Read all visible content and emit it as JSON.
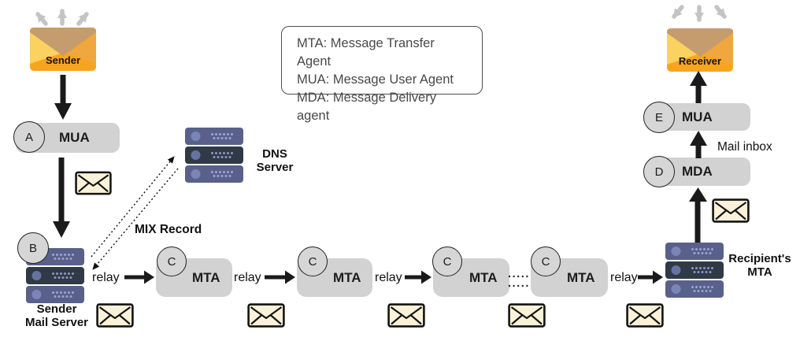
{
  "legend": {
    "lines": [
      "MTA: Message Transfer Agent",
      "MUA: Message User Agent",
      "MDA: Message Delivery agent"
    ]
  },
  "sender": {
    "label": "Sender"
  },
  "receiver": {
    "label": "Receiver"
  },
  "mua_a": {
    "badge": "A",
    "label": "MUA"
  },
  "sender_mail_server": {
    "badge": "B",
    "line1": "Sender",
    "line2": "Mail Server"
  },
  "dns_server": {
    "line1": "DNS",
    "line2": "Server"
  },
  "mix_record": {
    "label": "MIX Record"
  },
  "mta_chain": [
    {
      "badge": "C",
      "label": "MTA"
    },
    {
      "badge": "C",
      "label": "MTA"
    },
    {
      "badge": "C",
      "label": "MTA"
    },
    {
      "badge": "C",
      "label": "MTA"
    }
  ],
  "relay_labels": [
    "relay",
    "relay",
    "relay",
    "relay"
  ],
  "recipient_mta": {
    "line1": "Recipient's",
    "line2": "MTA"
  },
  "mda_d": {
    "badge": "D",
    "label": "MDA"
  },
  "mua_e": {
    "badge": "E",
    "label": "MUA"
  },
  "mail_inbox": {
    "label": "Mail inbox"
  },
  "colors": {
    "envelope_orange": "#F9A41E",
    "envelope_flap_tan": "#C59C6D",
    "envelope_yellow": "#FBD15F",
    "envelope_right_orange": "#EFA73E",
    "mail_cream": "#FAF2D8",
    "node_gray": "#D2D2D2",
    "server_slate": "#59618A",
    "server_dark": "#2F3A46",
    "server_dot": "#9AA4DA",
    "arrow_black": "#1A1A1A",
    "broadcast_gray": "#C4C4C4"
  }
}
